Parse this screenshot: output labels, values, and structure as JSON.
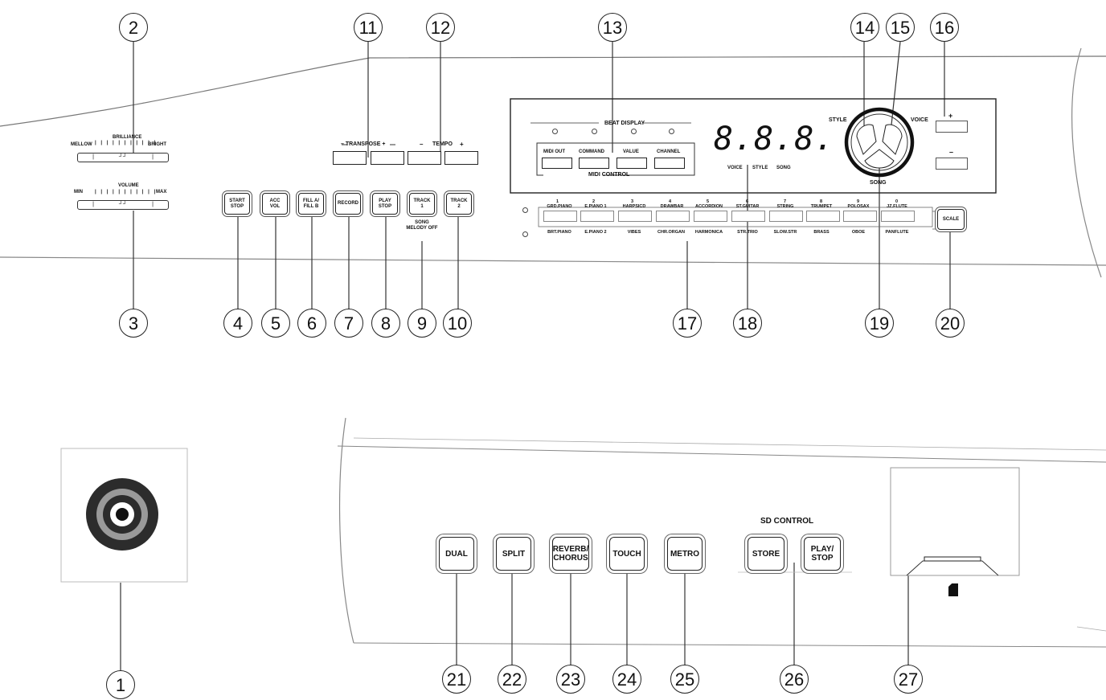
{
  "callouts": [
    "1",
    "2",
    "3",
    "4",
    "5",
    "6",
    "7",
    "8",
    "9",
    "10",
    "11",
    "12",
    "13",
    "14",
    "15",
    "16",
    "17",
    "18",
    "19",
    "20",
    "21",
    "22",
    "23",
    "24",
    "25",
    "26",
    "27"
  ],
  "labels": {
    "brilliance": "BRILLIANCE",
    "mellow": "MELLOW",
    "bright": "BRIGHT",
    "volume": "VOLUME",
    "min": "MIN",
    "max": "MAX",
    "transpose": "– TRANSPOSE +",
    "tempo_minus": "–",
    "tempo": "TEMPO",
    "tempo_plus": "+",
    "beat_display": "BEAT DISPLAY",
    "midi_control": "MIDI CONTROL",
    "style": "STYLE",
    "voice": "VOICE",
    "song": "SONG",
    "display_voice": "VOICE",
    "display_style": "STYLE",
    "display_song": "SONG",
    "segment_display": "8.8.8.",
    "plus": "+",
    "minus": "–",
    "song_melody_off": "SONG\nMELODY OFF",
    "sd_control": "SD CONTROL",
    "sd_icon": "▲"
  },
  "panel_buttons": [
    {
      "label": "START\nSTOP"
    },
    {
      "label": "ACC\nVOL"
    },
    {
      "label": "FILL A/\nFILL B"
    },
    {
      "label": "RECORD"
    },
    {
      "label": "PLAY\nSTOP"
    },
    {
      "label": "TRACK\n1"
    },
    {
      "label": "TRACK\n2"
    }
  ],
  "midi_buttons": [
    "MIDI OUT",
    "COMMAND",
    "VALUE",
    "CHANNEL"
  ],
  "voice_top": [
    {
      "n": "1",
      "name": "GRD.PIANO"
    },
    {
      "n": "2",
      "name": "E.PIANO 1"
    },
    {
      "n": "3",
      "name": "HARPSICD"
    },
    {
      "n": "4",
      "name": "DRAWBAR"
    },
    {
      "n": "5",
      "name": "ACCORDION"
    },
    {
      "n": "6",
      "name": "ST.GUITAR"
    },
    {
      "n": "7",
      "name": "STRING"
    },
    {
      "n": "8",
      "name": "TRUMPET"
    },
    {
      "n": "9",
      "name": "POLOSAX"
    },
    {
      "n": "0",
      "name": "JZ.FLUTE"
    }
  ],
  "voice_bottom": [
    "BRT.PIANO",
    "E.PIANO 2",
    "VIBES",
    "CHR.ORGAN",
    "HARMONICA",
    "STR.TRIO",
    "SLOW.STR",
    "BRASS",
    "OBOE",
    "PANFLUTE"
  ],
  "scale_button": "SCALE",
  "bottom_buttons": [
    "DUAL",
    "SPLIT",
    "REVERB/\nCHORUS",
    "TOUCH",
    "METRO"
  ],
  "sd_buttons": [
    "STORE",
    "PLAY/\nSTOP"
  ]
}
